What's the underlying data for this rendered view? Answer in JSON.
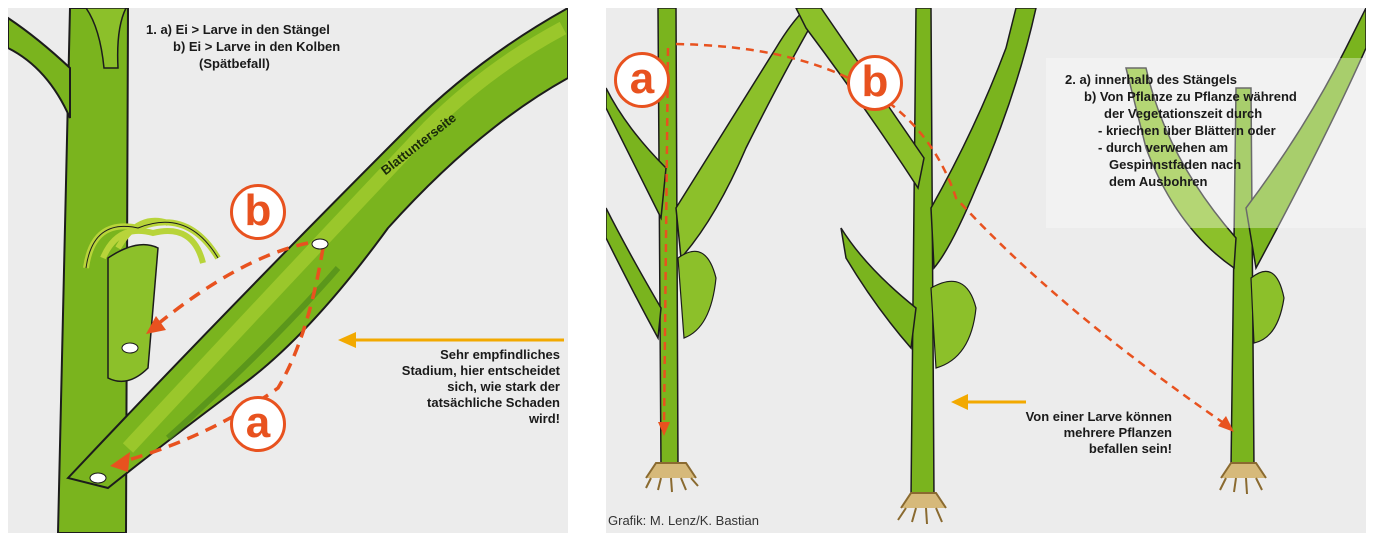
{
  "left": {
    "steps": {
      "line1": "1. a)  Ei > Larve in den Stängel",
      "line2": "b)  Ei > Larve in den Kolben",
      "line3": "(Spätbefall)"
    },
    "leaf_label": "Blattunterseite",
    "badge_a": "a",
    "badge_b": "b",
    "note": [
      "Sehr empfindliches",
      "Stadium, hier entscheidet",
      "sich, wie stark der",
      "tatsächliche Schaden",
      "wird!"
    ]
  },
  "right": {
    "badge_a": "a",
    "badge_b": "b",
    "steps": {
      "line1": "2. a)  innerhalb des Stängels",
      "line2": "b)  Von Pflanze zu Pflanze während",
      "line3": "der Vegetationszeit durch",
      "line4": "- kriechen über Blättern oder",
      "line5": "- durch verwehen am",
      "line6": "Gespinnstfaden nach",
      "line7": "dem Ausbohren"
    },
    "note": [
      "Von einer Larve können",
      "mehrere Pflanzen",
      "befallen sein!"
    ],
    "credit": "Grafik: M. Lenz/K. Bastian"
  },
  "colors": {
    "panel_bg": "#ececec",
    "stem_green": "#7ab41e",
    "leaf_light": "#a3cc2e",
    "leaf_dark": "#4f8a1a",
    "outline": "#1c1c1c",
    "accent_orange": "#e8521f",
    "arrow_yellow": "#f2a900",
    "root": "#d6b97a"
  }
}
